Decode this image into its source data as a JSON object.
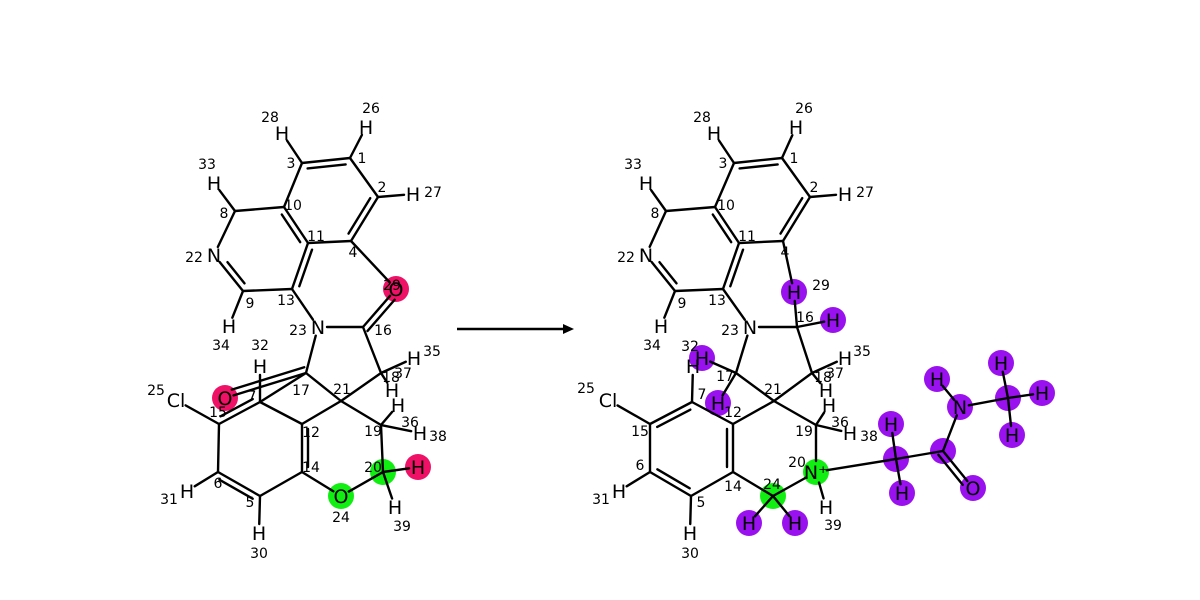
{
  "colors": {
    "magenta": "#ee1166",
    "green": "#11ee11",
    "purple": "#9911ee",
    "bond": "#000000",
    "background": "#ffffff"
  },
  "molecules": [
    {
      "name": "left",
      "atoms": [
        {
          "id": "1",
          "text": ""
        },
        {
          "id": "2",
          "text": ""
        },
        {
          "id": "3",
          "text": ""
        },
        {
          "id": "4",
          "text": ""
        },
        {
          "id": "5",
          "text": ""
        },
        {
          "id": "6",
          "text": ""
        },
        {
          "id": "7",
          "text": ""
        },
        {
          "id": "8",
          "text": ""
        },
        {
          "id": "9",
          "text": ""
        },
        {
          "id": "10",
          "text": ""
        },
        {
          "id": "11",
          "text": ""
        },
        {
          "id": "12",
          "text": ""
        },
        {
          "id": "13",
          "text": ""
        },
        {
          "id": "14",
          "text": ""
        },
        {
          "id": "15",
          "text": ""
        },
        {
          "id": "16",
          "text": ""
        },
        {
          "id": "17",
          "text": ""
        },
        {
          "id": "18",
          "text": ""
        },
        {
          "id": "19",
          "text": ""
        },
        {
          "id": "20",
          "text": "",
          "highlight": "green"
        },
        {
          "id": "21",
          "text": ""
        },
        {
          "id": "22",
          "text": "N"
        },
        {
          "id": "23",
          "text": "N"
        },
        {
          "id": "24",
          "text": "O",
          "highlight": "green"
        },
        {
          "id": "25",
          "text": "Cl"
        },
        {
          "id": "26",
          "text": "H"
        },
        {
          "id": "27",
          "text": "H"
        },
        {
          "id": "28",
          "text": "H"
        },
        {
          "id": "29",
          "text": "O",
          "highlight": "magenta"
        },
        {
          "id": "30",
          "text": "H"
        },
        {
          "id": "31",
          "text": "H"
        },
        {
          "id": "32",
          "text": "H"
        },
        {
          "id": "33",
          "text": "H"
        },
        {
          "id": "34",
          "text": "H"
        },
        {
          "id": "35",
          "text": "H"
        },
        {
          "id": "36",
          "text": "H"
        },
        {
          "id": "37",
          "text": "H"
        },
        {
          "id": "38",
          "text": "H"
        },
        {
          "id": "39",
          "text": "H"
        },
        {
          "id": "",
          "text": "O",
          "highlight": "magenta"
        },
        {
          "id": "",
          "text": "H",
          "highlight": "magenta"
        }
      ]
    },
    {
      "name": "right",
      "atoms": [
        {
          "id": "1",
          "text": ""
        },
        {
          "id": "2",
          "text": ""
        },
        {
          "id": "3",
          "text": ""
        },
        {
          "id": "4",
          "text": ""
        },
        {
          "id": "5",
          "text": ""
        },
        {
          "id": "6",
          "text": ""
        },
        {
          "id": "7",
          "text": ""
        },
        {
          "id": "8",
          "text": ""
        },
        {
          "id": "9",
          "text": ""
        },
        {
          "id": "10",
          "text": ""
        },
        {
          "id": "11",
          "text": ""
        },
        {
          "id": "12",
          "text": ""
        },
        {
          "id": "13",
          "text": ""
        },
        {
          "id": "14",
          "text": ""
        },
        {
          "id": "15",
          "text": ""
        },
        {
          "id": "16",
          "text": ""
        },
        {
          "id": "17",
          "text": ""
        },
        {
          "id": "18",
          "text": ""
        },
        {
          "id": "19",
          "text": ""
        },
        {
          "id": "20",
          "text": "N⁺",
          "highlight": "green"
        },
        {
          "id": "21",
          "text": ""
        },
        {
          "id": "22",
          "text": "N"
        },
        {
          "id": "23",
          "text": "N"
        },
        {
          "id": "24",
          "text": "",
          "highlight": "green"
        },
        {
          "id": "25",
          "text": "Cl"
        },
        {
          "id": "26",
          "text": "H"
        },
        {
          "id": "27",
          "text": "H"
        },
        {
          "id": "28",
          "text": "H"
        },
        {
          "id": "29",
          "text": "H",
          "highlight": "purple"
        },
        {
          "id": "30",
          "text": "H"
        },
        {
          "id": "31",
          "text": "H"
        },
        {
          "id": "32",
          "text": "H"
        },
        {
          "id": "33",
          "text": "H"
        },
        {
          "id": "34",
          "text": "H"
        },
        {
          "id": "35",
          "text": "H"
        },
        {
          "id": "36",
          "text": "H"
        },
        {
          "id": "37",
          "text": "H"
        },
        {
          "id": "38",
          "text": "H"
        },
        {
          "id": "39",
          "text": "H"
        },
        {
          "id": "",
          "text": "H",
          "highlight": "purple"
        },
        {
          "id": "",
          "text": "H",
          "highlight": "purple"
        },
        {
          "id": "",
          "text": "H",
          "highlight": "purple"
        },
        {
          "id": "",
          "text": "H",
          "highlight": "purple"
        },
        {
          "id": "",
          "text": "H",
          "highlight": "purple"
        },
        {
          "id": "",
          "text": "H",
          "highlight": "purple"
        },
        {
          "id": "",
          "text": "H",
          "highlight": "purple"
        },
        {
          "id": "",
          "text": "H",
          "highlight": "purple"
        },
        {
          "id": "",
          "text": "H",
          "highlight": "purple"
        },
        {
          "id": "",
          "text": "H",
          "highlight": "purple"
        },
        {
          "id": "",
          "text": "H",
          "highlight": "purple"
        },
        {
          "id": "",
          "text": "N",
          "highlight": "purple"
        },
        {
          "id": "",
          "text": "O",
          "highlight": "purple"
        },
        {
          "id": "",
          "text": "",
          "highlight": "purple"
        },
        {
          "id": "",
          "text": "",
          "highlight": "purple"
        },
        {
          "id": "",
          "text": "",
          "highlight": "purple"
        }
      ]
    }
  ],
  "arrow": "reaction-arrow"
}
